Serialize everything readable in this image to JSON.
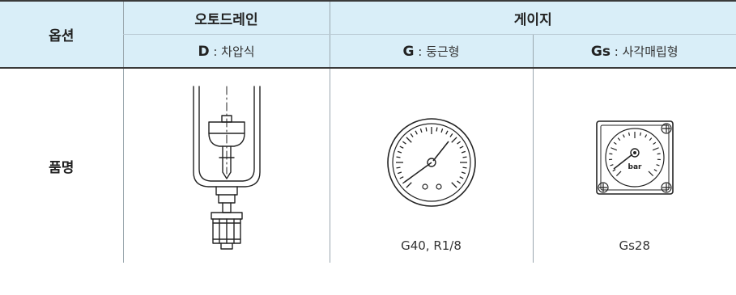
{
  "header": {
    "option_label": "옵션",
    "autodrain_label": "오토드레인",
    "gauge_label": "게이지",
    "d_code": "D",
    "d_desc": " : 차압식",
    "g_code": "G",
    "g_desc": " : 둥근형",
    "gs_code": "Gs",
    "gs_desc": " : 사각매립형"
  },
  "body": {
    "row_label": "품명",
    "round_gauge_caption": "G40, R1/8",
    "square_gauge_caption": "Gs28",
    "square_gauge_unit": "bar"
  },
  "colors": {
    "header_bg": "#d9eef8",
    "rule": "#3a3a3a",
    "grid": "#9aa7ae"
  }
}
